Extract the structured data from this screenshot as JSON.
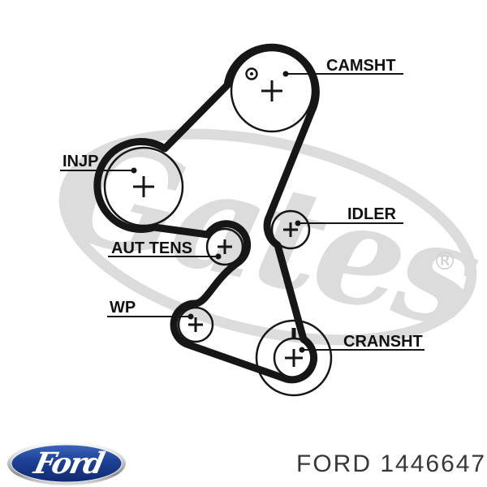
{
  "diagram": {
    "watermark": {
      "brand": "Gates",
      "registered": "®",
      "color": "#dcdcdc"
    },
    "labels": {
      "camshaft": "CAMSHT",
      "injection_pump": "INJP",
      "idler": "IDLER",
      "tensioner": "AUT TENS",
      "water_pump": "WP",
      "crankshaft": "CRANSHT"
    },
    "colors": {
      "line": "#161616",
      "background": "#ffffff"
    }
  },
  "footer": {
    "logo_text": "Ford",
    "part_text": "FORD 1446647",
    "logo_blue": "#1d3f96",
    "text_color": "#383838"
  }
}
